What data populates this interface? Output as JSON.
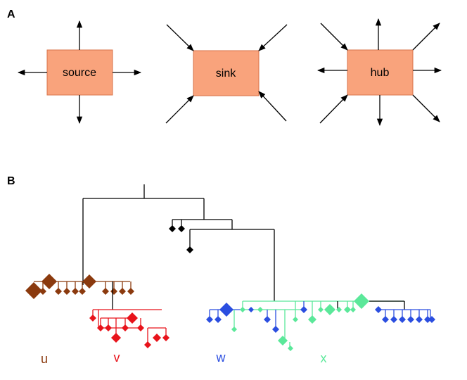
{
  "panels": {
    "a": {
      "label": "A",
      "boxes": [
        "source",
        "sink",
        "hub"
      ]
    },
    "b": {
      "label": "B"
    }
  },
  "clades": [
    {
      "label": "u",
      "color": "#8b3a0e"
    },
    {
      "label": "v",
      "color": "#e8131b"
    },
    {
      "label": "w",
      "color": "#2b4ee0"
    },
    {
      "label": "x",
      "color": "#5be89a"
    }
  ],
  "colors": {
    "box_fill": "#f9a37c",
    "box_stroke": "#d8734a",
    "root": "#000000"
  }
}
